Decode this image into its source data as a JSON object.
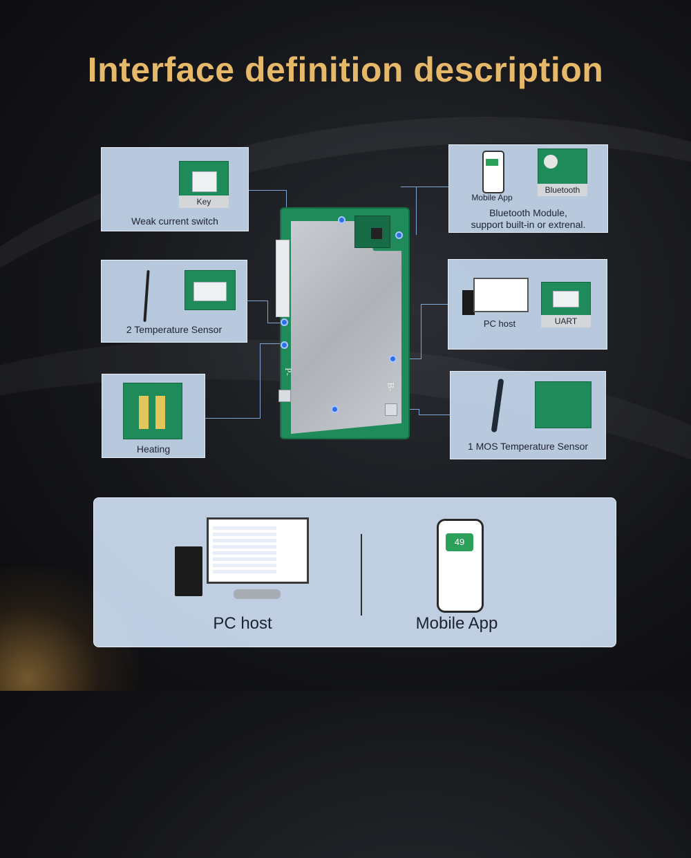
{
  "title": "Interface definition description",
  "panels": {
    "weak_current": {
      "tag": "Key",
      "label": "Weak current switch"
    },
    "bluetooth": {
      "mobile_label": "Mobile App",
      "tag": "Bluetooth",
      "label_line1": "Bluetooth Module,",
      "label_line2": "support built-in or extrenal."
    },
    "temp_sensor": {
      "label": "2 Temperature Sensor"
    },
    "uart": {
      "pc_label": "PC host",
      "tag": "UART"
    },
    "heating": {
      "label": "Heating"
    },
    "mos_sensor": {
      "label": "1 MOS Temperature Sensor"
    }
  },
  "board": {
    "p_minus": "P-",
    "b_minus": "B-"
  },
  "bottom": {
    "pc_host": "PC host",
    "mobile_app": "Mobile App",
    "phone_value": "49"
  },
  "colors": {
    "title": "#e6b86a",
    "panel": "#c4d6ec",
    "pcb": "#1f8a5a",
    "accent_dot": "#2f6fe6"
  }
}
